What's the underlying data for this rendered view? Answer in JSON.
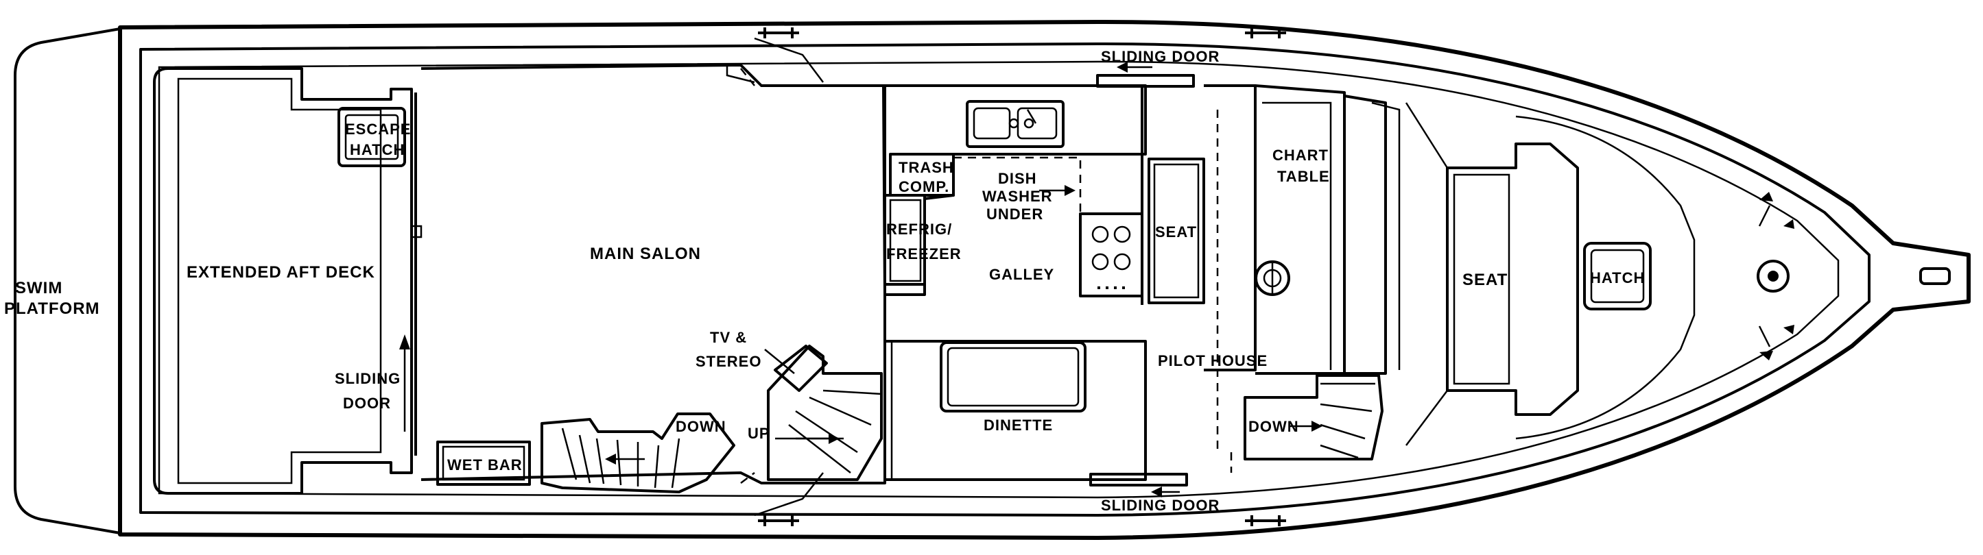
{
  "labels": {
    "swim_platform_1": "SWIM",
    "swim_platform_2": "PLATFORM",
    "aft_deck": "EXTENDED AFT DECK",
    "escape_hatch_1": "ESCAPE",
    "escape_hatch_2": "HATCH",
    "main_salon": "MAIN SALON",
    "sliding_door_aft_1": "SLIDING",
    "sliding_door_aft_2": "DOOR",
    "wet_bar": "WET BAR",
    "down_aft": "DOWN",
    "up": "UP",
    "tv_stereo_1": "TV &",
    "tv_stereo_2": "STEREO",
    "trash_1": "TRASH",
    "trash_2": "COMP.",
    "dishwasher_1": "DISH",
    "dishwasher_2": "WASHER",
    "dishwasher_3": "UNDER",
    "refrig_1": "REFRIG/",
    "refrig_2": "FREEZER",
    "galley": "GALLEY",
    "seat_pilot": "SEAT",
    "dinette": "DINETTE",
    "sliding_door_top": "SLIDING DOOR",
    "sliding_door_bottom": "SLIDING DOOR",
    "chart_1": "CHART",
    "chart_2": "TABLE",
    "pilot_house": "PILOT HOUSE",
    "down_forward": "DOWN",
    "seat_bow": "SEAT",
    "hatch": "HATCH"
  }
}
